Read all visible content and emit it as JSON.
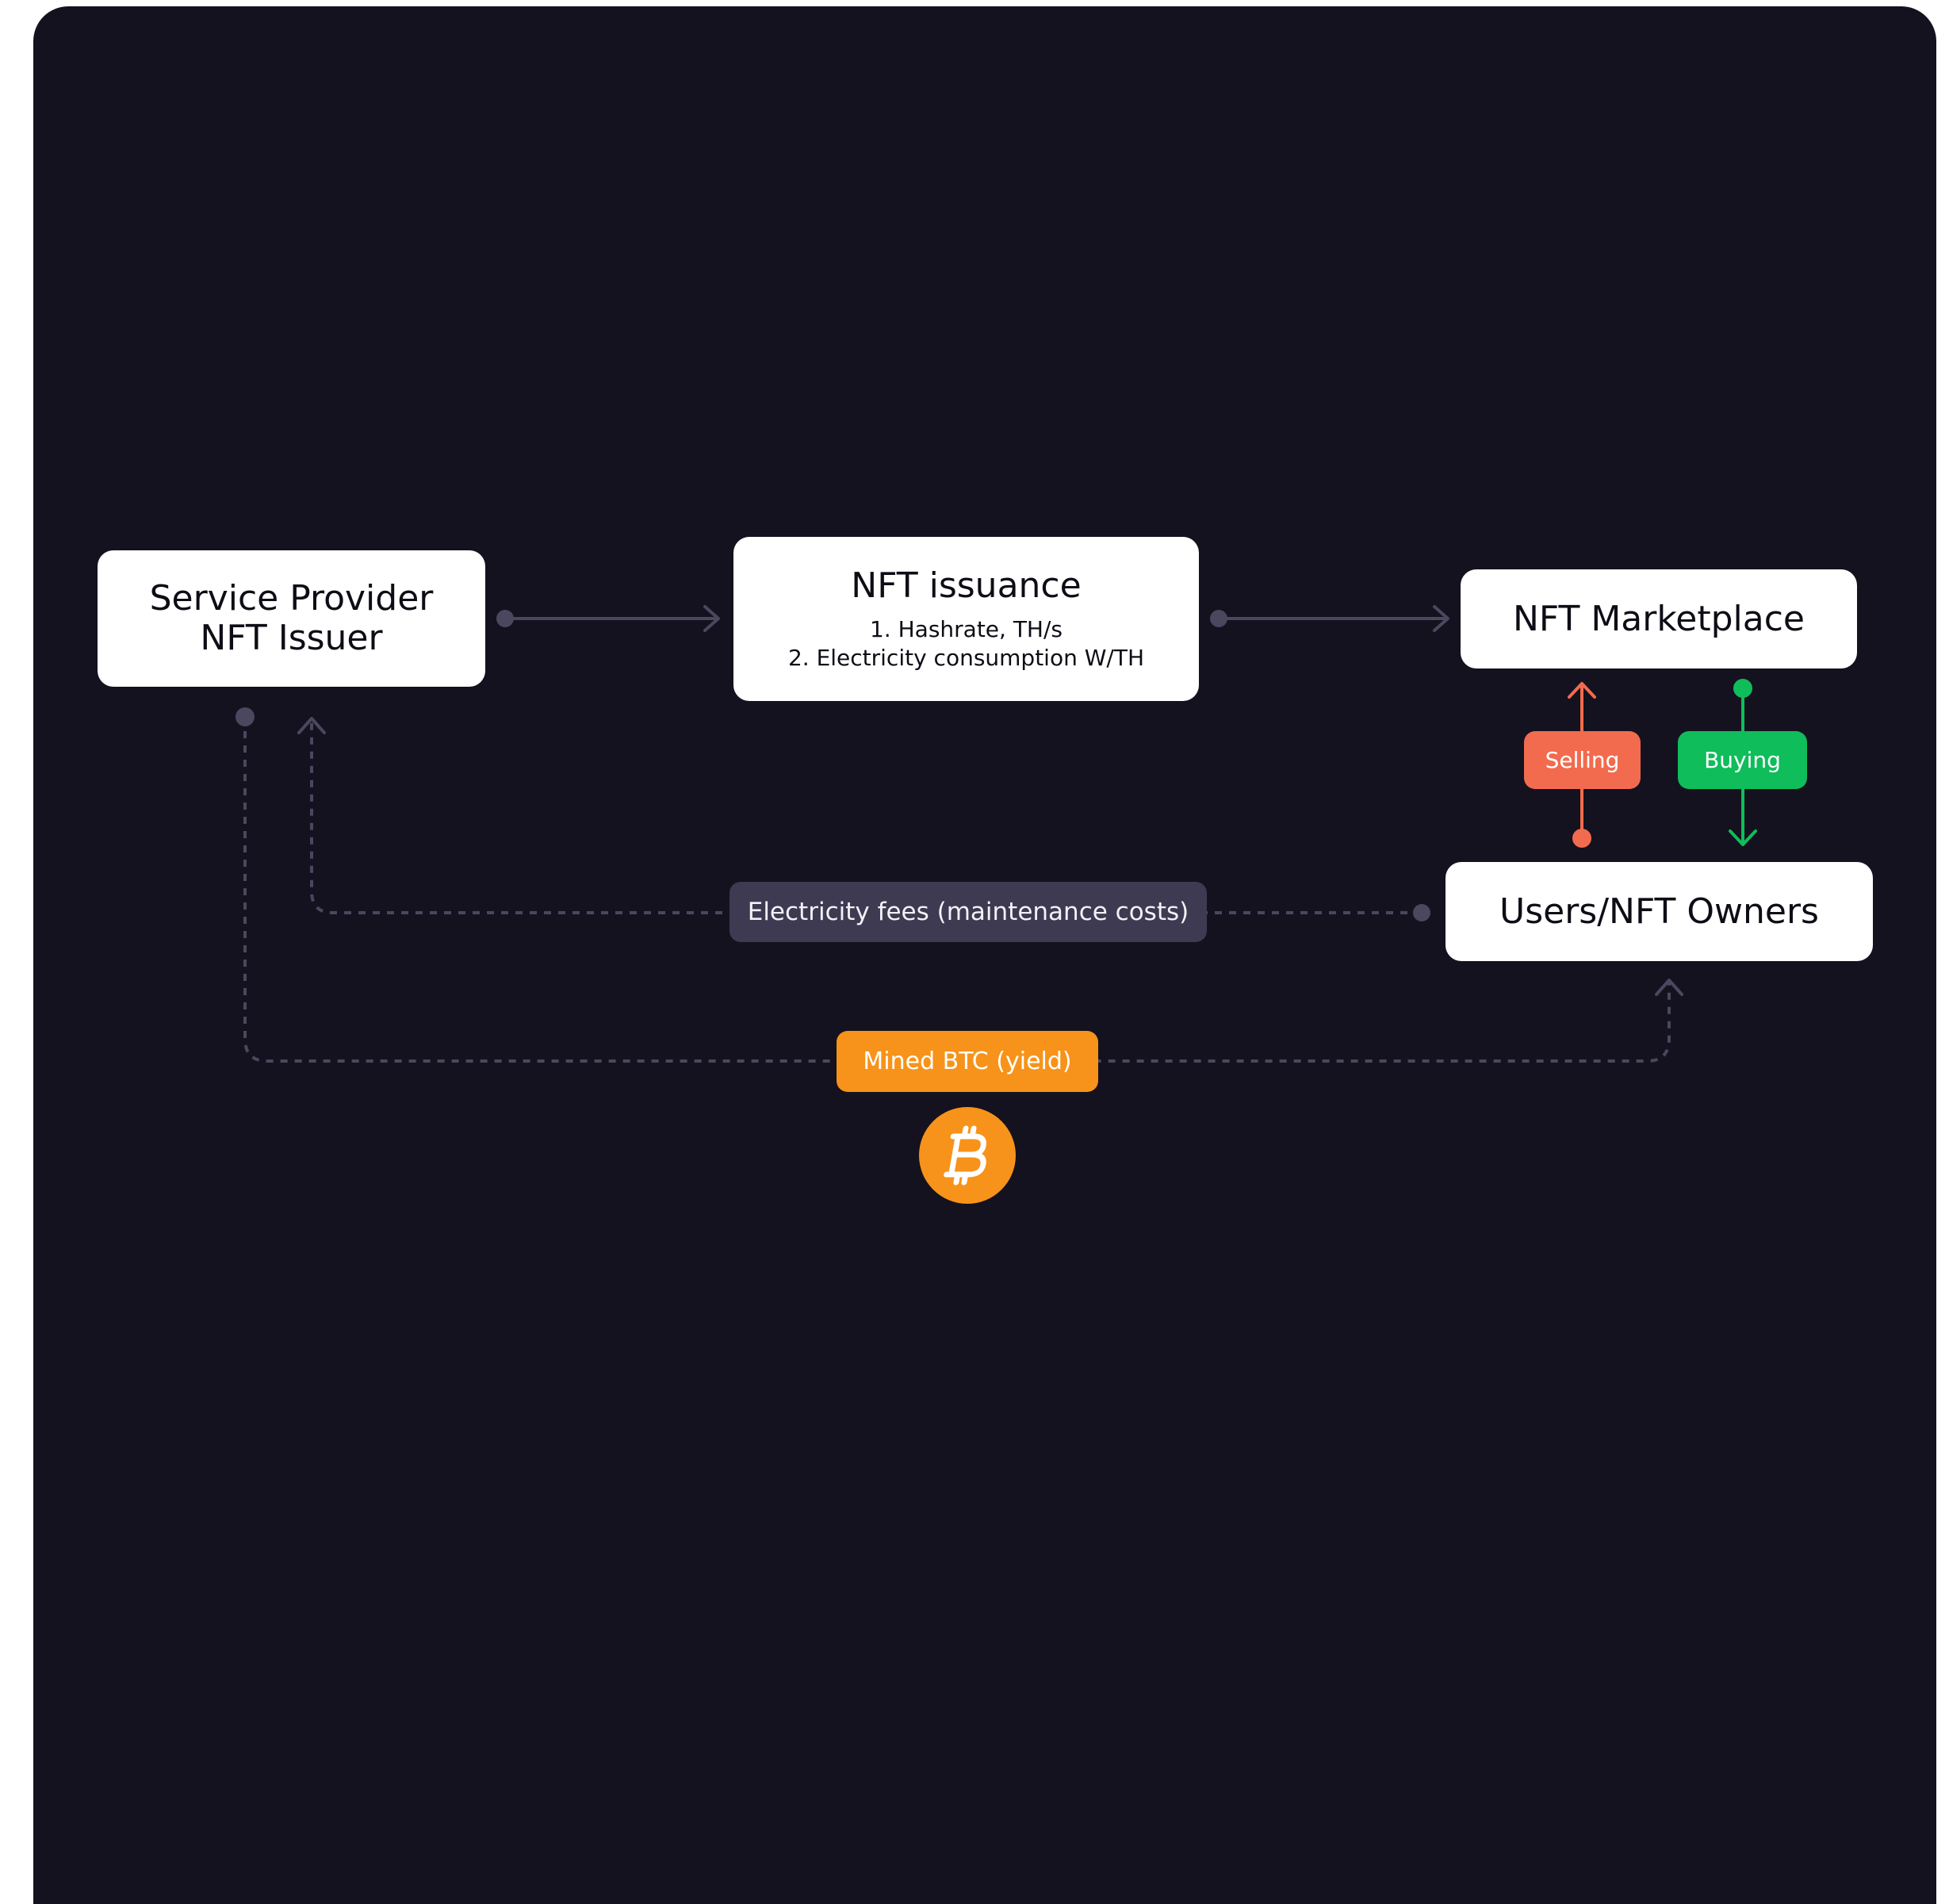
{
  "nodes": {
    "provider": {
      "line1": "Service Provider",
      "line2": "NFT Issuer"
    },
    "issuance": {
      "title": "NFT issuance",
      "item1": "1. Hashrate, TH/s",
      "item2": "2. Electricity consumption W/TH"
    },
    "marketplace": {
      "title": "NFT Marketplace"
    },
    "owners": {
      "title": "Users/NFT Owners"
    }
  },
  "labels": {
    "electricity": "Electricity fees (maintenance costs)",
    "mined": "Mined BTC (yield)",
    "selling": "Selling",
    "buying": "Buying"
  },
  "icons": {
    "coin": "bitcoin-icon"
  },
  "colors": {
    "background": "#14121f",
    "node": "#ffffff",
    "connector": "#4a475f",
    "electricity_pill": "#3d3a52",
    "bitcoin_orange": "#f7931a",
    "selling_red": "#f26b4e",
    "buying_green": "#0fbd5b"
  }
}
